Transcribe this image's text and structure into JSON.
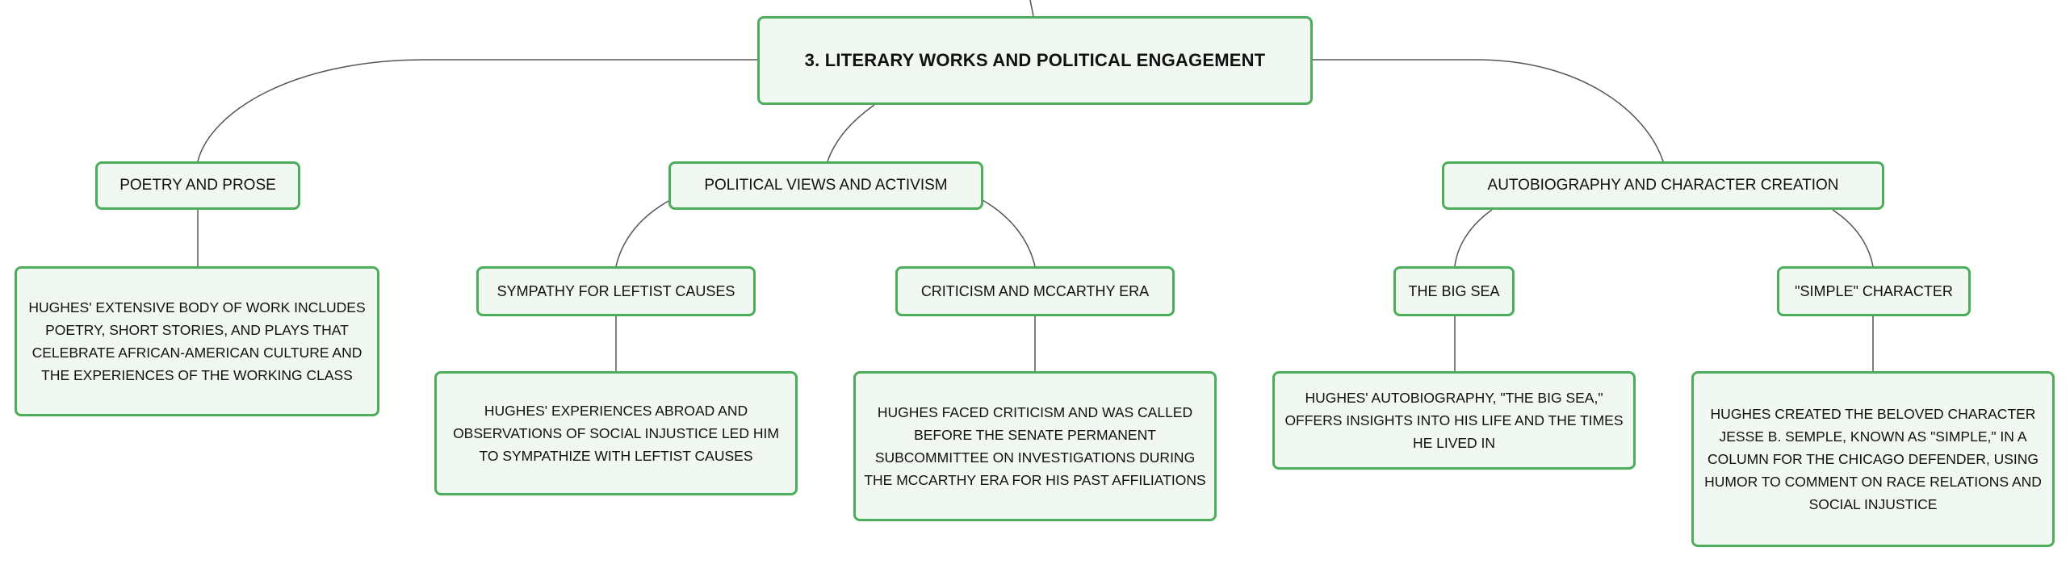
{
  "diagram": {
    "root": {
      "label": "3. LITERARY WORKS AND POLITICAL ENGAGEMENT"
    },
    "branches": [
      {
        "label": "POETRY AND PROSE",
        "description": "HUGHES' EXTENSIVE BODY OF WORK INCLUDES POETRY, SHORT STORIES, AND PLAYS THAT CELEBRATE AFRICAN-AMERICAN CULTURE AND THE EXPERIENCES OF THE WORKING CLASS"
      },
      {
        "label": "POLITICAL VIEWS AND ACTIVISM",
        "children": [
          {
            "label": "SYMPATHY FOR LEFTIST CAUSES",
            "description": "HUGHES' EXPERIENCES ABROAD AND OBSERVATIONS OF SOCIAL INJUSTICE LED HIM TO SYMPATHIZE WITH LEFTIST CAUSES"
          },
          {
            "label": "CRITICISM AND MCCARTHY ERA",
            "description": "HUGHES FACED CRITICISM AND WAS CALLED BEFORE THE SENATE PERMANENT SUBCOMMITTEE ON INVESTIGATIONS DURING THE MCCARTHY ERA FOR HIS PAST AFFILIATIONS"
          }
        ]
      },
      {
        "label": "AUTOBIOGRAPHY AND CHARACTER CREATION",
        "children": [
          {
            "label": "THE BIG SEA",
            "description": "HUGHES' AUTOBIOGRAPHY, \"THE BIG SEA,\" OFFERS INSIGHTS INTO HIS LIFE AND THE TIMES HE LIVED IN"
          },
          {
            "label": "\"SIMPLE\" CHARACTER",
            "description": "HUGHES CREATED THE BELOVED CHARACTER JESSE B. SEMPLE, KNOWN AS \"SIMPLE,\" IN A COLUMN FOR THE CHICAGO DEFENDER, USING HUMOR TO COMMENT ON RACE RELATIONS AND SOCIAL INJUSTICE"
          }
        ]
      }
    ]
  }
}
